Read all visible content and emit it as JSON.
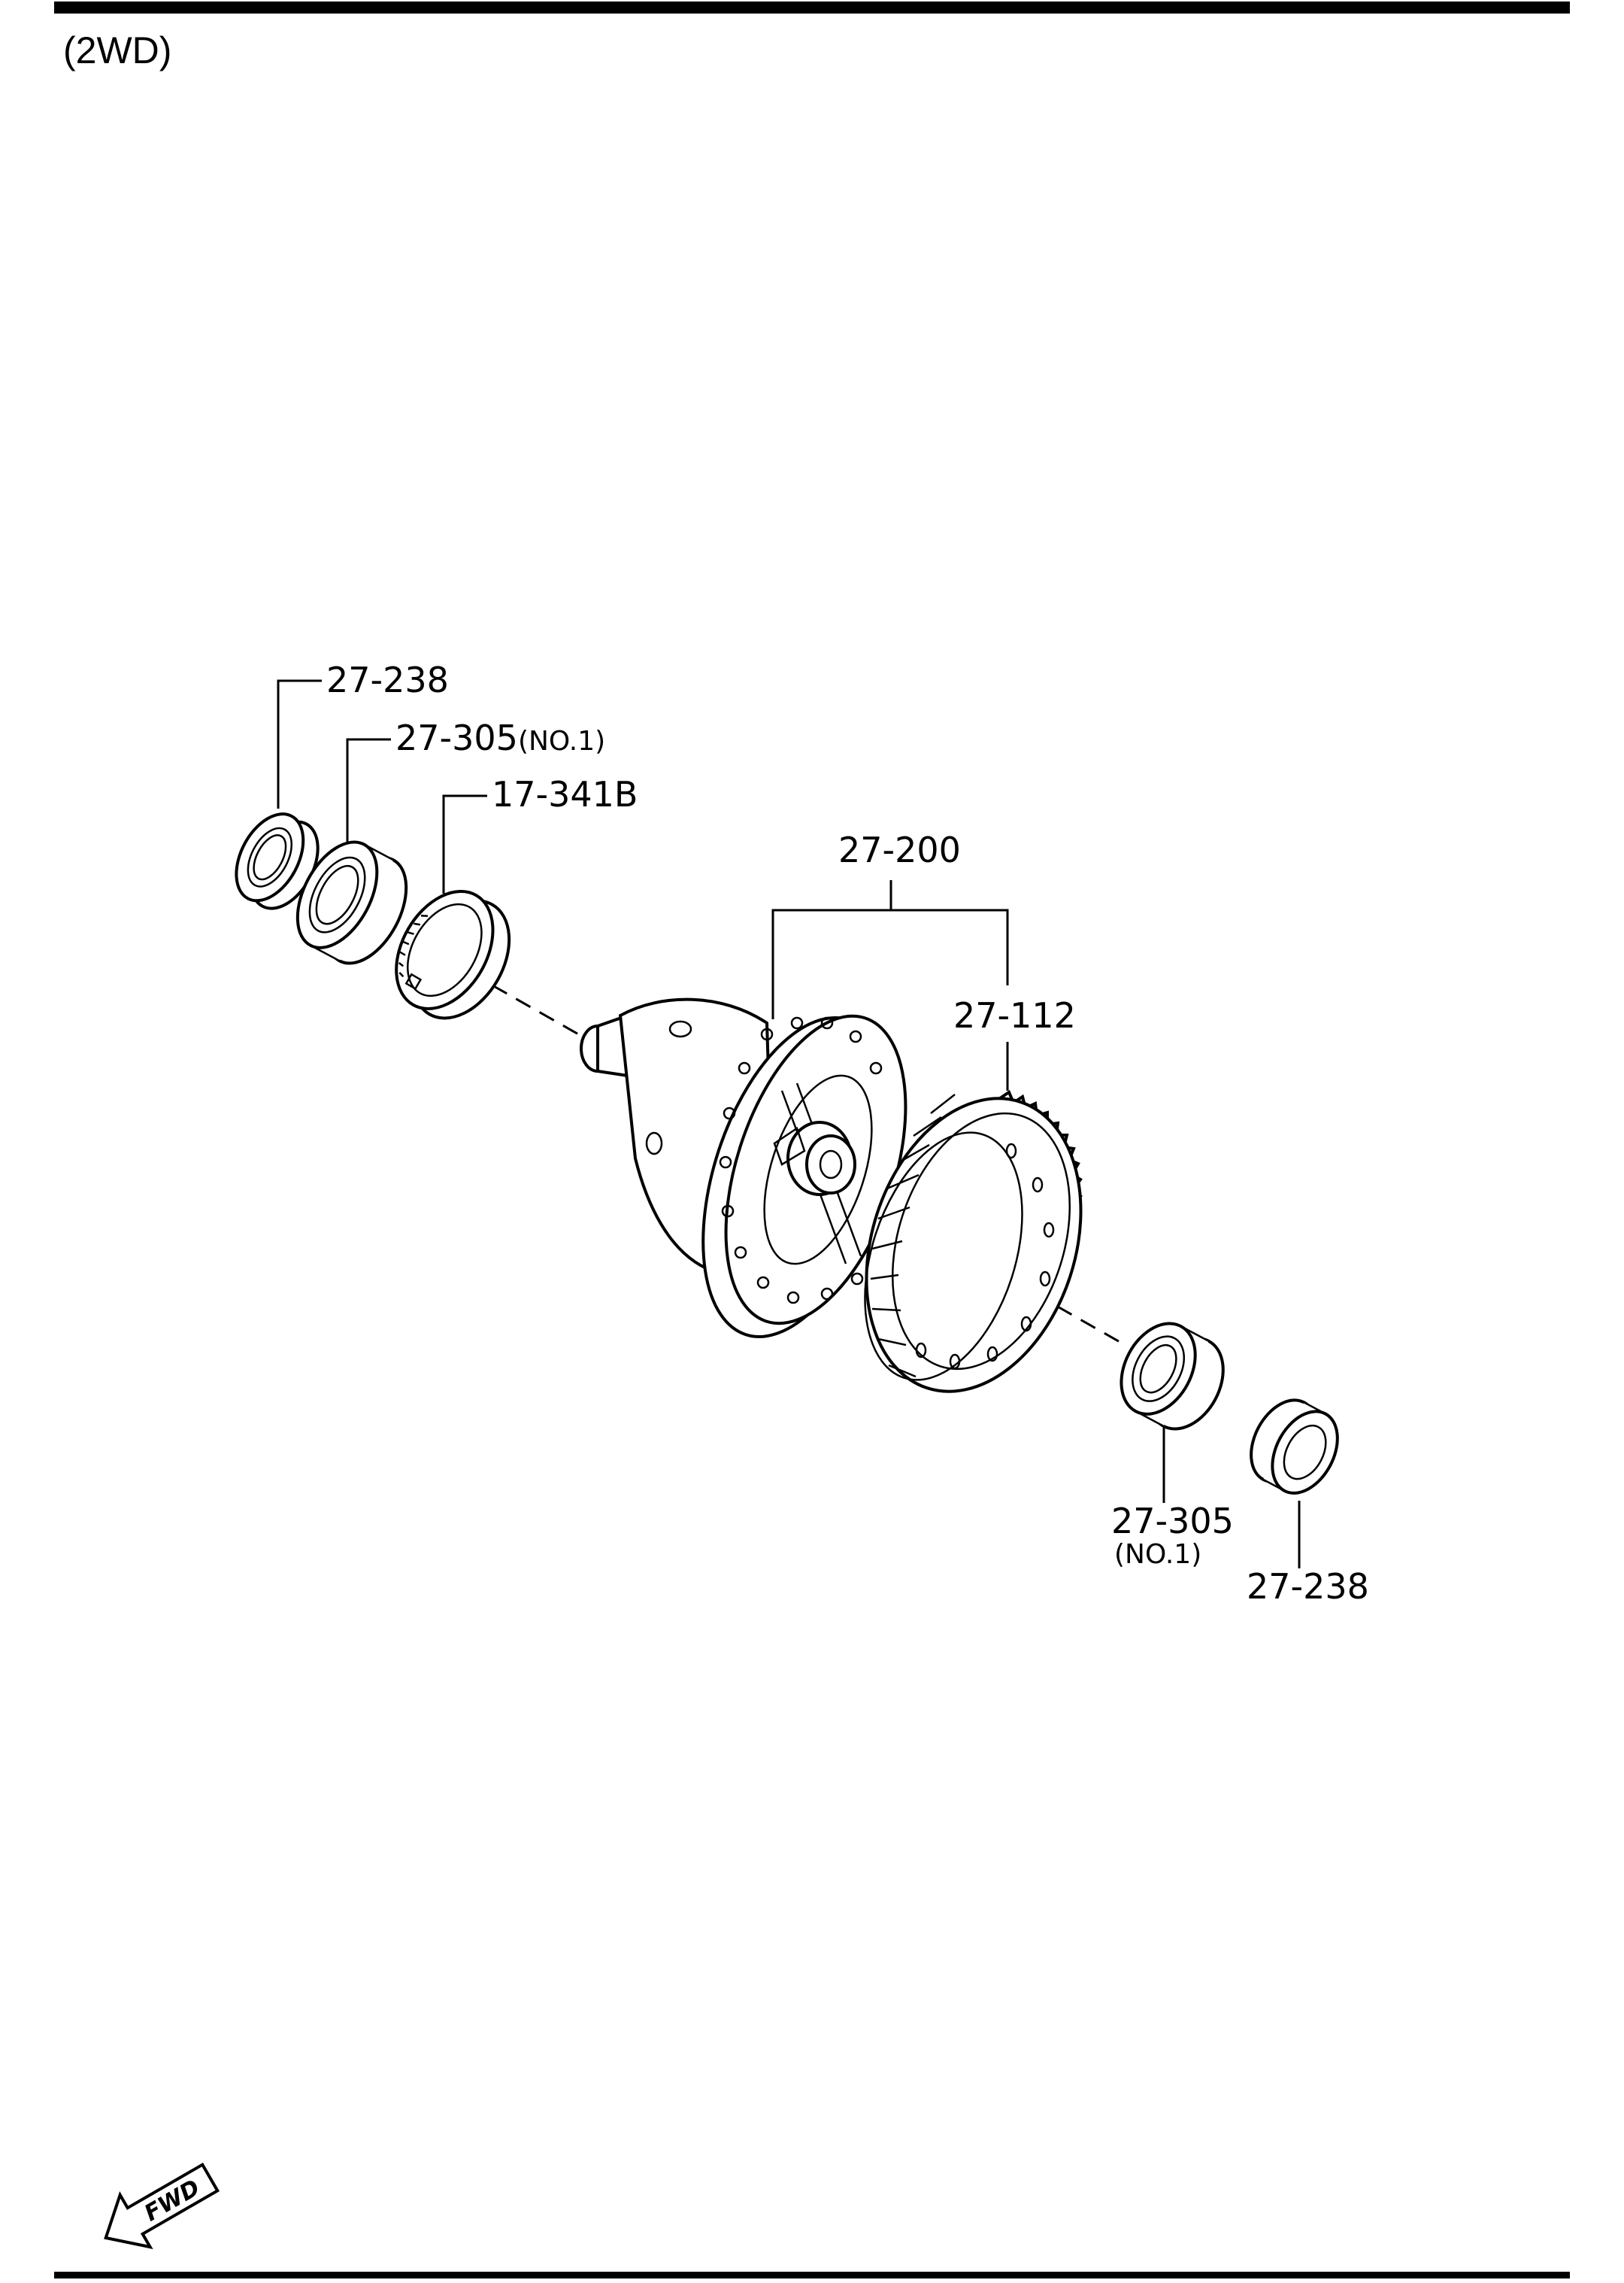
{
  "header": {
    "title": "(2WD)"
  },
  "callouts": [
    {
      "id": "c1",
      "part": "27-238",
      "suffix": ""
    },
    {
      "id": "c2",
      "part": "27-305",
      "suffix": "(NO.1)"
    },
    {
      "id": "c3",
      "part": "17-341B",
      "suffix": ""
    },
    {
      "id": "c4",
      "part": "27-200",
      "suffix": ""
    },
    {
      "id": "c5",
      "part": "27-112",
      "suffix": ""
    },
    {
      "id": "c6",
      "part": "27-305",
      "suffix": "(NO.1)"
    },
    {
      "id": "c7",
      "part": "27-238",
      "suffix": ""
    }
  ],
  "footer": {
    "arrow_label": "FWD"
  }
}
